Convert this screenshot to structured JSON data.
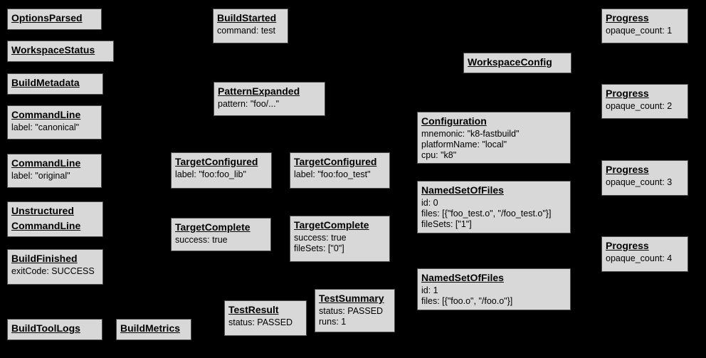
{
  "diagram": {
    "background": "#000000",
    "node_fill": "#d8d8d8",
    "node_border": "#4e4e4e",
    "text_color": "#000000"
  },
  "nodes": [
    {
      "id": "options-parsed",
      "title": "OptionsParsed",
      "lines": []
    },
    {
      "id": "workspace-status",
      "title": "WorkspaceStatus",
      "lines": []
    },
    {
      "id": "build-metadata",
      "title": "BuildMetadata",
      "lines": []
    },
    {
      "id": "command-line-canonical",
      "title": "CommandLine",
      "lines": [
        "label: \"canonical\""
      ]
    },
    {
      "id": "command-line-original",
      "title": "CommandLine",
      "lines": [
        "label: \"original\""
      ]
    },
    {
      "id": "unstructured-command-line",
      "title": "Unstructured",
      "title2": "CommandLine",
      "lines": []
    },
    {
      "id": "build-finished",
      "title": "BuildFinished",
      "lines": [
        "exitCode: SUCCESS"
      ]
    },
    {
      "id": "build-tool-logs",
      "title": "BuildToolLogs",
      "lines": []
    },
    {
      "id": "build-started",
      "title": "BuildStarted",
      "lines": [
        "command: test"
      ]
    },
    {
      "id": "pattern-expanded",
      "title": "PatternExpanded",
      "lines": [
        "pattern: \"foo/...\""
      ]
    },
    {
      "id": "target-configured-foo-lib",
      "title": "TargetConfigured",
      "lines": [
        "label: \"foo:foo_lib\""
      ]
    },
    {
      "id": "target-complete-foo-lib",
      "title": "TargetComplete",
      "lines": [
        "success: true"
      ]
    },
    {
      "id": "build-metrics",
      "title": "BuildMetrics",
      "lines": []
    },
    {
      "id": "test-result",
      "title": "TestResult",
      "lines": [
        "status: PASSED"
      ]
    },
    {
      "id": "target-configured-foo-test",
      "title": "TargetConfigured",
      "lines": [
        "label: \"foo:foo_test\""
      ]
    },
    {
      "id": "target-complete-foo-test",
      "title": "TargetComplete",
      "lines": [
        "success: true",
        "fileSets: [\"0\"]"
      ]
    },
    {
      "id": "test-summary",
      "title": "TestSummary",
      "lines": [
        "status: PASSED",
        "runs: 1"
      ]
    },
    {
      "id": "workspace-config",
      "title": "WorkspaceConfig",
      "lines": []
    },
    {
      "id": "configuration",
      "title": "Configuration",
      "lines": [
        "mnemonic: \"k8-fastbuild\"",
        "platformName: \"local\"",
        "cpu: \"k8\""
      ]
    },
    {
      "id": "named-set-of-files-0",
      "title": "NamedSetOfFiles",
      "lines": [
        "id: 0",
        "files: [{\"foo_test.o\", \"/foo_test.o\"}]",
        "fileSets: [\"1\"]"
      ]
    },
    {
      "id": "named-set-of-files-1",
      "title": "NamedSetOfFiles",
      "lines": [
        "id: 1",
        "files: [{\"foo.o\", \"/foo.o\"}]"
      ]
    },
    {
      "id": "progress-1",
      "title": "Progress",
      "lines": [
        "opaque_count: 1"
      ]
    },
    {
      "id": "progress-2",
      "title": "Progress",
      "lines": [
        "opaque_count: 2"
      ]
    },
    {
      "id": "progress-3",
      "title": "Progress",
      "lines": [
        "opaque_count: 3"
      ]
    },
    {
      "id": "progress-4",
      "title": "Progress",
      "lines": [
        "opaque_count: 4"
      ]
    }
  ]
}
